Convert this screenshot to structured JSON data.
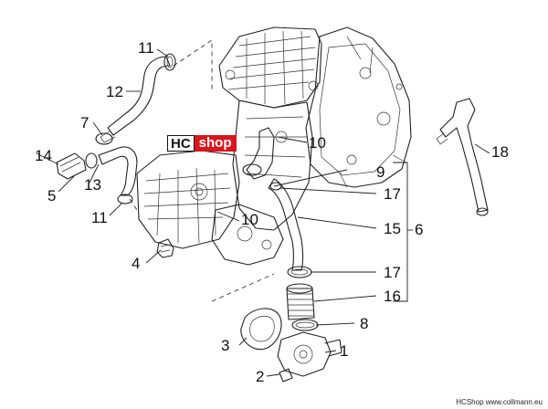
{
  "logo": {
    "hc": "HC",
    "shop": "shop"
  },
  "footer": {
    "text": "HCShop www.collmann.eu"
  },
  "callouts": [
    {
      "id": "11a",
      "label": "11"
    },
    {
      "id": "12",
      "label": "12"
    },
    {
      "id": "7",
      "label": "7"
    },
    {
      "id": "14",
      "label": "14"
    },
    {
      "id": "5",
      "label": "5"
    },
    {
      "id": "13",
      "label": "13"
    },
    {
      "id": "11b",
      "label": "11"
    },
    {
      "id": "4",
      "label": "4"
    },
    {
      "id": "10a",
      "label": "10"
    },
    {
      "id": "10b",
      "label": "10"
    },
    {
      "id": "9",
      "label": "9"
    },
    {
      "id": "17a",
      "label": "17"
    },
    {
      "id": "15",
      "label": "15"
    },
    {
      "id": "6",
      "label": "6"
    },
    {
      "id": "17b",
      "label": "17"
    },
    {
      "id": "16",
      "label": "16"
    },
    {
      "id": "8",
      "label": "8"
    },
    {
      "id": "3",
      "label": "3"
    },
    {
      "id": "1",
      "label": "1"
    },
    {
      "id": "2",
      "label": "2"
    },
    {
      "id": "18",
      "label": "18"
    }
  ]
}
